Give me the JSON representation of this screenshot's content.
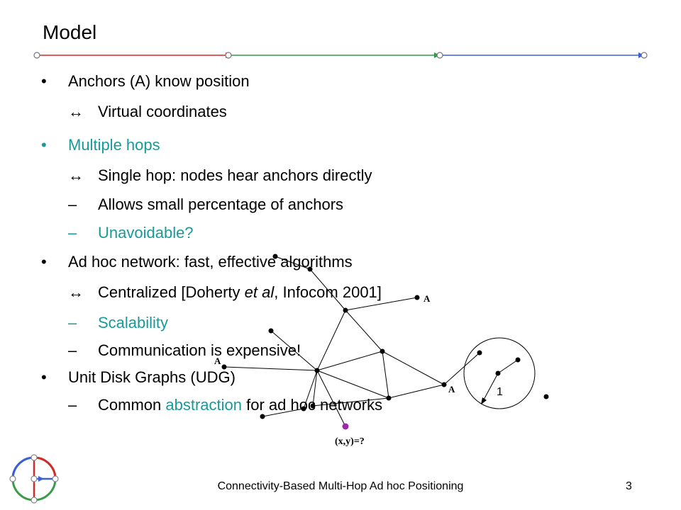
{
  "slide": {
    "title": "Model",
    "colors": {
      "accent_red": "#d42a2a",
      "accent_green": "#2e9a4a",
      "accent_blue": "#3b5fd8",
      "teal": "#199a99"
    },
    "bullets": [
      {
        "text": "Anchors (A) know position",
        "color": "default",
        "subs": [
          {
            "marker": "↔",
            "parts": [
              {
                "text": "Virtual coordinates"
              }
            ]
          }
        ]
      },
      {
        "text": "Multiple hops",
        "color": "teal",
        "subs": [
          {
            "marker": "↔",
            "parts": [
              {
                "text": "Single hop: nodes hear anchors directly"
              }
            ]
          },
          {
            "marker": "–",
            "parts": [
              {
                "text": "Allows small percentage of anchors"
              }
            ]
          },
          {
            "marker": "–",
            "color": "teal",
            "parts": [
              {
                "text": "Unavoidable?"
              }
            ]
          }
        ]
      },
      {
        "text": "Ad hoc network: fast, effective algorithms",
        "color": "default",
        "subs": [
          {
            "marker": "↔",
            "parts": [
              {
                "text": "Centralized [Doherty "
              },
              {
                "text": "et al",
                "italic": true
              },
              {
                "text": ", Infocom 2001]"
              }
            ]
          },
          {
            "marker": "–",
            "color": "teal",
            "parts": [
              {
                "text": "Scalability"
              }
            ]
          },
          {
            "marker": "–",
            "parts": [
              {
                "text": "Communication is expensive!"
              }
            ]
          }
        ]
      },
      {
        "text": "Unit Disk Graphs (UDG)",
        "color": "default",
        "subs": [
          {
            "marker": "–",
            "parts": [
              {
                "text": "Common "
              },
              {
                "text": "abstraction",
                "teal": true
              },
              {
                "text": " for ad hoc networks"
              }
            ]
          }
        ]
      }
    ]
  },
  "graph": {
    "anchor_label": "A",
    "unknown_label": "(x,y)=?",
    "radius_label": "1"
  },
  "footer": {
    "title": "Connectivity-Based Multi-Hop Ad hoc Positioning",
    "page_number": "3"
  }
}
